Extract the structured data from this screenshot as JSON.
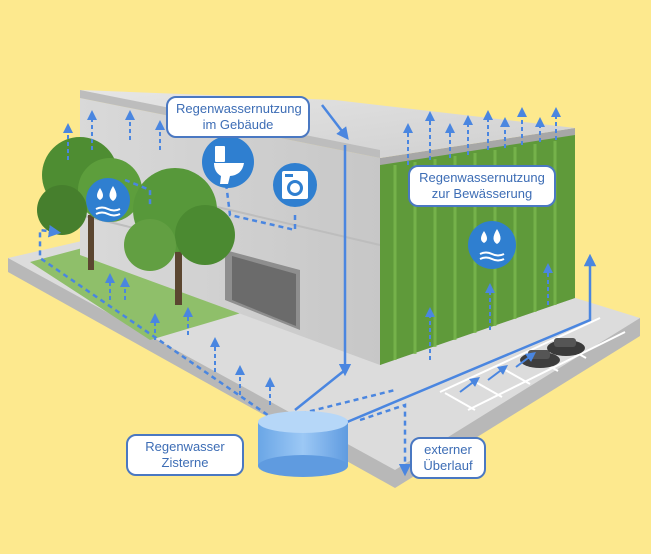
{
  "labels": {
    "indoor_use": {
      "line1": "Regenwassernutzung",
      "line2": "im Gebäude"
    },
    "irrigation": {
      "line1": "Regenwassernutzung",
      "line2": "zur Bewässerung"
    },
    "cistern": {
      "line1": "Regenwasser",
      "line2": "Zisterne"
    },
    "overflow": {
      "line1": "externer",
      "line2": "Überlauf"
    }
  },
  "icons": [
    "water-drop-icon",
    "toilet-icon",
    "washing-machine-icon",
    "water-drop-icon"
  ],
  "colors": {
    "background": "#fde98e",
    "flow_line": "#4a86e0",
    "icon_fill": "#2f7fd0",
    "label_border": "#4a78c2",
    "label_text": "#3d6db5",
    "cistern": "#7fb4ec"
  }
}
